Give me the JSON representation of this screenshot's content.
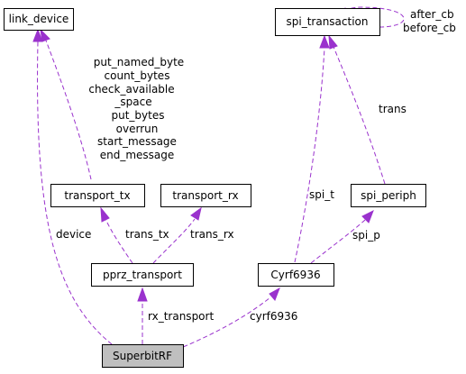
{
  "nodes": {
    "link_device": "link_device",
    "spi_transaction": "spi_transaction",
    "transport_tx": "transport_tx",
    "transport_rx": "transport_rx",
    "spi_periph": "spi_periph",
    "pprz_transport": "pprz_transport",
    "cyrf6936": "Cyrf6936",
    "superbitrf": "SuperbitRF"
  },
  "edges": {
    "transport_tx_to_link_device": [
      "put_named_byte",
      "count_bytes",
      "check_available",
      "_space",
      "put_bytes",
      "overrun",
      "start_message",
      "end_message"
    ],
    "superbitrf_to_link_device": "device",
    "spi_transaction_self": [
      "after_cb",
      "before_cb"
    ],
    "spi_periph_to_spi_transaction": "trans",
    "cyrf6936_to_spi_transaction": "spi_t",
    "cyrf6936_to_spi_periph": "spi_p",
    "pprz_to_transport_tx": "trans_tx",
    "pprz_to_transport_rx": "trans_rx",
    "superbitrf_to_pprz": "rx_transport",
    "superbitrf_to_cyrf6936": "cyrf6936"
  },
  "colors": {
    "edge": "#9a32cd",
    "highlight_fill": "#bfbfbf"
  }
}
